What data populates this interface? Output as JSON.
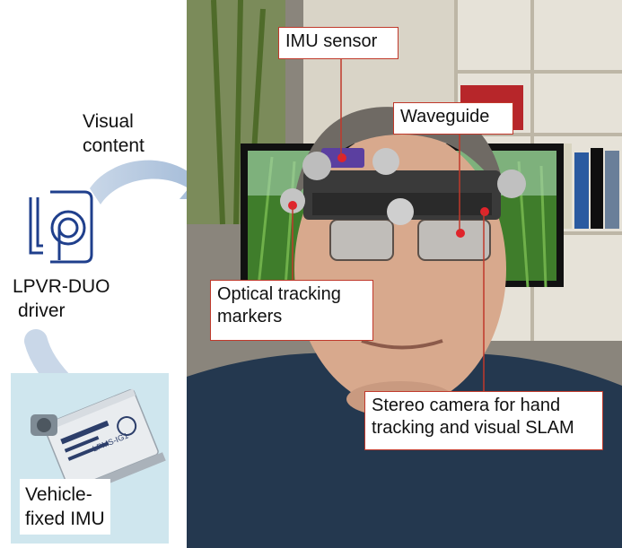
{
  "left_panel": {
    "visual_content_line1": "Visual",
    "visual_content_line2": "content",
    "driver_label_line1": "LPVR-DUO",
    "driver_label_line2": "driver",
    "vehicle_imu_line1": "Vehicle-",
    "vehicle_imu_line2": "fixed IMU",
    "sensor_device_text": "LPMS-IG1"
  },
  "callouts": {
    "imu_sensor": "IMU sensor",
    "waveguide": "Waveguide",
    "optical_markers_line1": "Optical tracking",
    "optical_markers_line2": "markers",
    "stereo_camera_line1": "Stereo camera for hand",
    "stereo_camera_line2": "tracking and visual SLAM"
  },
  "colors": {
    "callout_border": "#c0392b",
    "marker_dot": "#e0242b",
    "arrow_fill": "#aec4dc",
    "logo_stroke": "#1f3f8c",
    "imu_bg": "#cfe6ee"
  }
}
